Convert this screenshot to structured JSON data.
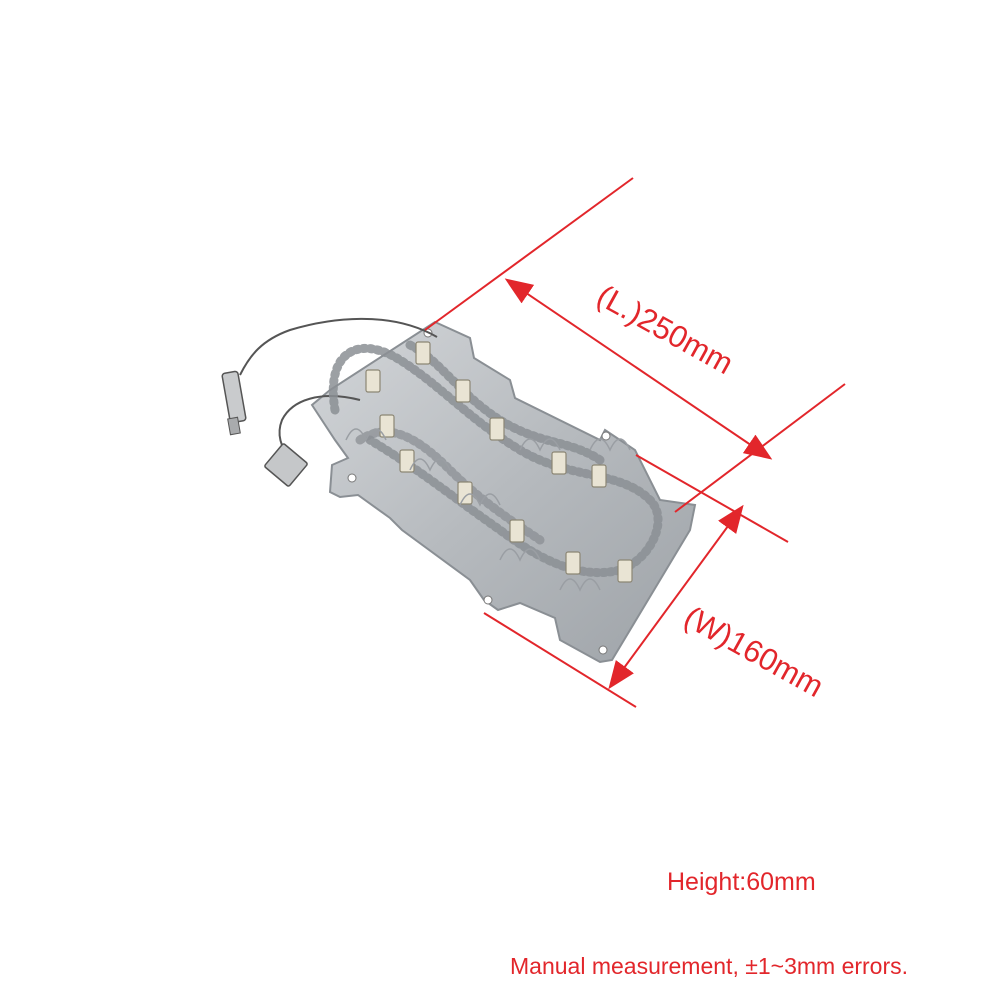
{
  "dimensions": {
    "length": "(L.)250mm",
    "width": "(W)160mm",
    "height": "Height:60mm"
  },
  "note": "Manual measurement,  ±1~3mm errors.",
  "colors": {
    "dimension_red": "#e2262b",
    "plate_metal": "#b9bdc2",
    "background": "#ffffff"
  }
}
